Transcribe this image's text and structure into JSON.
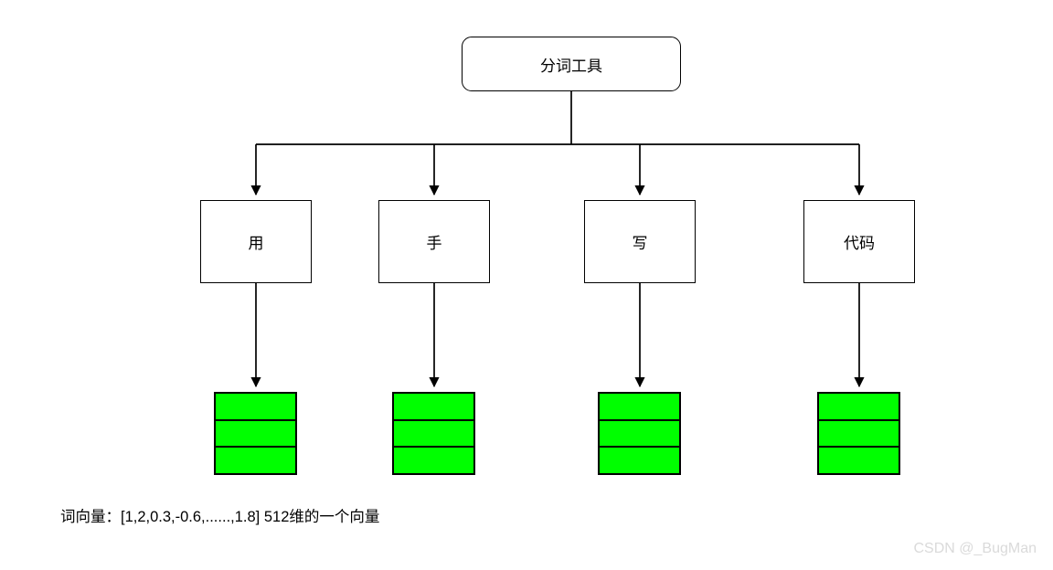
{
  "diagram": {
    "title_node": {
      "label": "分词工具"
    },
    "tokens": [
      {
        "label": "用"
      },
      {
        "label": "手"
      },
      {
        "label": "写"
      },
      {
        "label": "代码"
      }
    ],
    "vectors": [
      {
        "name": "word-vector-block-1",
        "cells": 3
      },
      {
        "name": "word-vector-block-2",
        "cells": 3
      },
      {
        "name": "word-vector-block-3",
        "cells": 3
      },
      {
        "name": "word-vector-block-4",
        "cells": 3
      }
    ],
    "caption": "词向量：[1,2,0.3,-0.6,......,1.8]  512维的一个向量",
    "colors": {
      "vector_fill": "#00ff00",
      "stroke": "#000000",
      "background": "#ffffff",
      "watermark": "#dadada"
    }
  },
  "watermark": {
    "text": "CSDN @_BugMan"
  }
}
